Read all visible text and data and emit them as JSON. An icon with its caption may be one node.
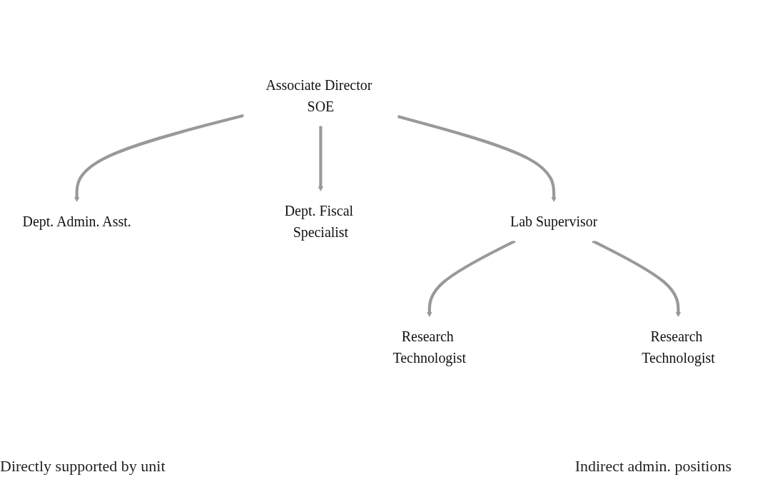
{
  "diagram": {
    "nodes": [
      {
        "text": [
          "Associate Director SOE"
        ]
      },
      {
        "text": [
          "Dept. Admin. Asst."
        ]
      },
      {
        "text": [
          "Dept. Fiscal Specialist"
        ]
      },
      {
        "text": [
          "Lab Supervisor"
        ]
      },
      {
        "text": [
          "Research Technologist"
        ]
      },
      {
        "text": [
          "Research Technologist"
        ]
      }
    ],
    "edges": [
      {
        "from": 0,
        "to": 1,
        "arrow": "to"
      },
      {
        "from": 0,
        "to": 3,
        "arrow": "to"
      },
      {
        "from": 0,
        "to": 2,
        "arrow": "to"
      },
      {
        "from": 3,
        "to": 4,
        "arrow": "to"
      },
      {
        "from": 3,
        "to": 5,
        "arrow": "to"
      }
    ],
    "labels": [
      "Directly supported by unit",
      "Indirect admin. positions"
    ]
  }
}
